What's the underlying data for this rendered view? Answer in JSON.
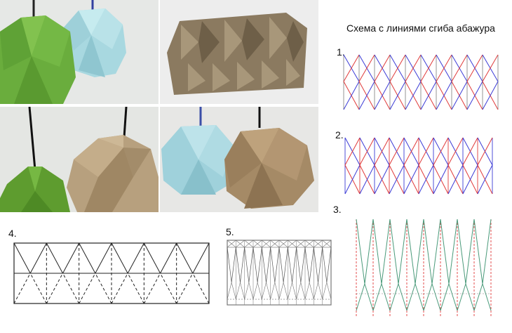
{
  "title": "Схема с линиями сгиба абажура",
  "photos": [
    {
      "name": "green-and-blue-lamps"
    },
    {
      "name": "folded-kraft-sheet"
    },
    {
      "name": "green-and-kraft-lamps"
    },
    {
      "name": "blue-and-kraft-lamps"
    }
  ],
  "diagrams": [
    {
      "label": "1."
    },
    {
      "label": "2."
    },
    {
      "label": "3."
    },
    {
      "label": "4."
    },
    {
      "label": "5."
    }
  ],
  "colors": {
    "mountain_fold": "#e03a3a",
    "valley_fold": "#3b3bd6",
    "vertical_fold": "#7a7a7a",
    "diagonal_fold_green": "#4a9a7a",
    "outline": "#222222"
  }
}
